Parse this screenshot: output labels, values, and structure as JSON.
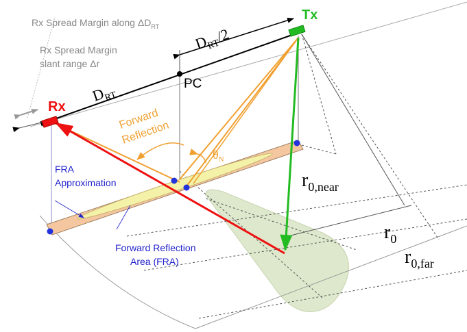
{
  "labels": {
    "tx": "Tx",
    "rx": "Rx",
    "pc": "PC",
    "d_rt_base": "D",
    "d_rt_sub": "RT",
    "d_rt_half_sub": "RT",
    "d_rt_half_suffix": "/2",
    "spread_delta_line": "Rx Spread Margin along ΔD",
    "spread_delta_sub": "RT",
    "spread_slant_line1": "Rx Spread Margin",
    "spread_slant_line2": "slant range Δr",
    "forward_reflection_line1": "Forward",
    "forward_reflection_line2": "Reflection",
    "theta_base": "θ",
    "theta_sub": "N",
    "fra_approx_line1": "FRA",
    "fra_approx_line2": "Approximation",
    "fra_area_line1": "Forward Reflection",
    "fra_area_line2": "Area (FRA)",
    "r_base": "r",
    "r_near_sub": "0,near",
    "r0_sub": "0",
    "r_far_sub": "0,far"
  },
  "colors": {
    "tx": "#22bb22",
    "rx": "#ee1111",
    "reflection": "#f0a030",
    "fra_label": "#2222cc",
    "strip_fill": "#f4c7a0",
    "ellipse_fill": "#f4f2a8",
    "footprint_fill": "#dde8cc",
    "baseline": "#000000",
    "gray": "#999999"
  }
}
